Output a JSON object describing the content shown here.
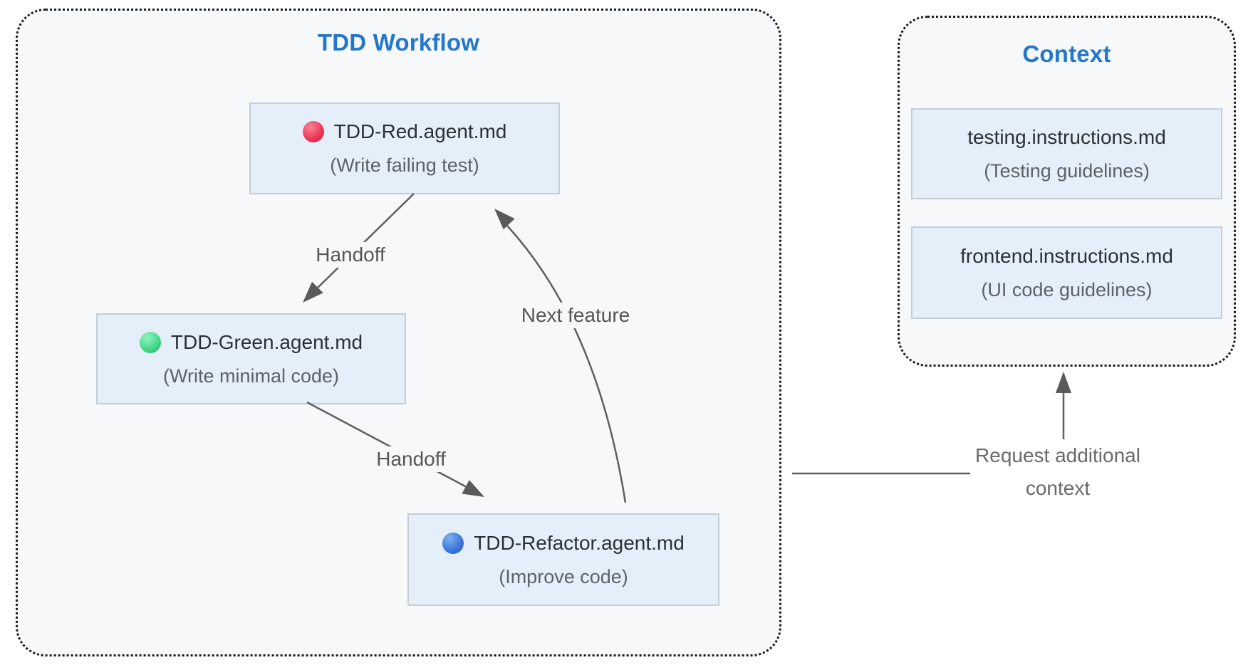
{
  "diagram": {
    "workflow": {
      "title": "TDD Workflow",
      "nodes": [
        {
          "id": "red",
          "icon": "red-circle-icon",
          "title": "TDD-Red.agent.md",
          "subtitle": "(Write failing test)"
        },
        {
          "id": "green",
          "icon": "green-circle-icon",
          "title": "TDD-Green.agent.md",
          "subtitle": "(Write minimal code)"
        },
        {
          "id": "refactor",
          "icon": "blue-circle-icon",
          "title": "TDD-Refactor.agent.md",
          "subtitle": "(Improve code)"
        }
      ],
      "edges": [
        {
          "from": "red",
          "to": "green",
          "label": "Handoff"
        },
        {
          "from": "green",
          "to": "refactor",
          "label": "Handoff"
        },
        {
          "from": "refactor",
          "to": "red",
          "label": "Next feature"
        }
      ]
    },
    "context": {
      "title": "Context",
      "nodes": [
        {
          "title": "testing.instructions.md",
          "subtitle": "(Testing guidelines)"
        },
        {
          "title": "frontend.instructions.md",
          "subtitle": "(UI code guidelines)"
        }
      ]
    },
    "cross_edge": {
      "from": "workflow",
      "to": "context",
      "label": "Request additional context",
      "label_lines": [
        "Request additional",
        "context"
      ]
    },
    "colors": {
      "cluster_title": "#2277cc",
      "cluster_background": "#f7f8fa",
      "cluster_border": "#1c1c1c",
      "node_fill": "#e4effa",
      "node_border": "#c6cdd4",
      "node_title_text": "#2b3036",
      "node_subtitle_text": "#5d6268",
      "edge_stroke": "#5f5f5f",
      "edge_label_text": "#565656",
      "dot_red": "#ec3a58",
      "dot_green": "#48d98b",
      "dot_blue": "#3d79dd"
    }
  }
}
